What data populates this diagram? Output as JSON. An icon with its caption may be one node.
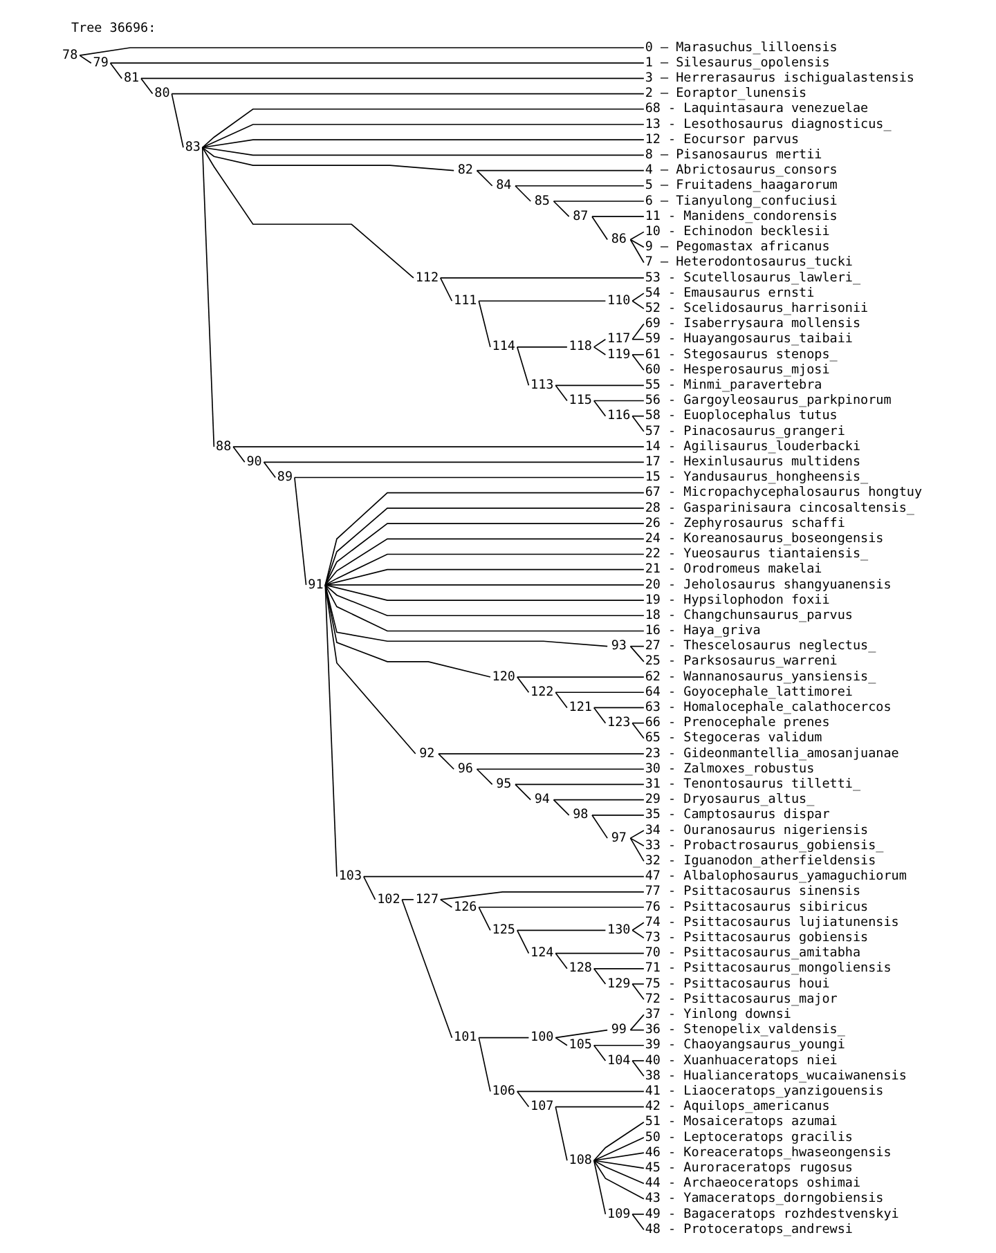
{
  "diagram": {
    "title": "Tree 36696:",
    "nodes": [
      {
        "text": [
          "0 — Marasuchus_lilloensis"
        ]
      },
      {
        "text": [
          "1 — Silesaurus_opolensis"
        ]
      },
      {
        "text": [
          "78"
        ]
      },
      {
        "text": [
          "3 — Herrerasaurus ischigualastensis"
        ]
      },
      {
        "text": [
          "2 — Eoraptor_lunensis"
        ]
      },
      {
        "text": [
          "79"
        ]
      },
      {
        "text": [
          "68 - Laquintasaura venezuelae"
        ]
      },
      {
        "text": [
          "13 - Lesothosaurus diagnosticus_"
        ]
      },
      {
        "text": [
          "81"
        ]
      },
      {
        "text": [
          "12 - Eocursor parvus"
        ]
      },
      {
        "text": [
          "8 — Pisanosaurus mertii"
        ]
      },
      {
        "text": [
          "4 — Abrictosaurus_consors"
        ]
      },
      {
        "text": [
          "82"
        ]
      },
      {
        "text": [
          "5 — Fruitadens_haagarorum"
        ]
      },
      {
        "text": [
          "80"
        ]
      },
      {
        "text": [
          "84"
        ]
      },
      {
        "text": [
          "6 — Tianyulong_confuciusi"
        ]
      },
      {
        "text": [
          "85"
        ]
      },
      {
        "text": [
          "11 - Manidens_condorensis"
        ]
      },
      {
        "text": [
          "87"
        ]
      },
      {
        "text": [
          "10 - Echinodon becklesii"
        ]
      },
      {
        "text": [
          "86"
        ]
      },
      {
        "text": [
          "9 — Pegomastax africanus"
        ]
      },
      {
        "text": [
          "7 — Heterodontosaurus_tucki"
        ]
      },
      {
        "text": [
          "53 - Scutellosaurus_lawleri_"
        ]
      },
      {
        "text": [
          "54 - Emausaurus ernsti"
        ]
      },
      {
        "text": [
          "83"
        ]
      },
      {
        "text": [
          "110"
        ]
      },
      {
        "text": [
          "112"
        ]
      },
      {
        "text": [
          "52 - Scelidosaurus_harrisonii"
        ]
      },
      {
        "text": [
          "69 - Isaberrysaura mollensis"
        ]
      },
      {
        "text": [
          "117"
        ]
      },
      {
        "text": [
          "111"
        ]
      },
      {
        "text": [
          "59 - Huayangosaurus_taibaii"
        ]
      },
      {
        "text": [
          "118"
        ]
      },
      {
        "text": [
          "61 - Stegosaurus stenops_"
        ]
      },
      {
        "text": [
          "119"
        ]
      },
      {
        "text": [
          "60 - Hesperosaurus_mjosi"
        ]
      },
      {
        "text": [
          "114"
        ]
      },
      {
        "text": [
          "55 - Minmi_paravertebra"
        ]
      },
      {
        "text": [
          "113"
        ]
      },
      {
        "text": [
          "56 - Gargoyleosaurus_parkpinorum"
        ]
      },
      {
        "text": [
          "115"
        ]
      },
      {
        "text": [
          "58 - Euoplocephalus tutus"
        ]
      },
      {
        "text": [
          "116"
        ]
      },
      {
        "text": [
          "57 - Pinacosaurus_grangeri"
        ]
      },
      {
        "text": [
          "14 - Agilisaurus_louderbacki"
        ]
      },
      {
        "text": [
          "17 - Hexinlusaurus multidens"
        ]
      },
      {
        "text": [
          "15 - Yandusaurus_hongheensis_"
        ]
      },
      {
        "text": [
          "88"
        ]
      },
      {
        "text": [
          "67 - Micropachycephalosaurus hongtuy"
        ]
      },
      {
        "text": [
          "28 - Gasparinisaura cincosaltensis_"
        ]
      },
      {
        "text": [
          "26 - Zephyrosaurus schaffi"
        ]
      },
      {
        "text": [
          "90"
        ]
      },
      {
        "text": [
          "24 - Koreanosaurus_boseongensis"
        ]
      },
      {
        "text": [
          "22 - Yueosaurus tiantaiensis_"
        ]
      },
      {
        "text": [
          "21 - Orodromeus makelai"
        ]
      },
      {
        "text": [
          "20 - Jeholosaurus shangyuanensis"
        ]
      },
      {
        "text": [
          "89"
        ]
      },
      {
        "text": [
          "19 - Hypsilophodon foxii"
        ]
      },
      {
        "text": [
          "18 - Changchunsaurus_parvus"
        ]
      },
      {
        "text": [
          "16 - Haya_griva"
        ]
      },
      {
        "text": [
          "27 - Thescelosaurus neglectus_"
        ]
      },
      {
        "text": [
          "93"
        ]
      },
      {
        "text": [
          "25 - Parksosaurus_warreni"
        ]
      },
      {
        "text": [
          "62 - Wannanosaurus_yansiensis_"
        ]
      },
      {
        "text": [
          "120"
        ]
      },
      {
        "text": [
          "64 - Goyocephale_lattimorei"
        ]
      },
      {
        "text": [
          "122"
        ]
      },
      {
        "text": [
          "63 - Homalocephale_calathocercos"
        ]
      },
      {
        "text": [
          "91"
        ]
      },
      {
        "text": [
          "121"
        ]
      },
      {
        "text": [
          "66 - Prenocephale prenes"
        ]
      },
      {
        "text": [
          "123"
        ]
      },
      {
        "text": [
          "65 - Stegoceras validum"
        ]
      },
      {
        "text": [
          "23 - Gideonmantellia_amosanjuanae"
        ]
      },
      {
        "text": [
          "92"
        ]
      },
      {
        "text": [
          "30 - Zalmoxes_robustus"
        ]
      },
      {
        "text": [
          "96"
        ]
      },
      {
        "text": [
          "31 - Tenontosaurus tilletti_"
        ]
      },
      {
        "text": [
          "95"
        ]
      },
      {
        "text": [
          "29 - Dryosaurus_altus_"
        ]
      },
      {
        "text": [
          "94"
        ]
      },
      {
        "text": [
          "35 - Camptosaurus dispar"
        ]
      },
      {
        "text": [
          "98"
        ]
      },
      {
        "text": [
          "34 - Ouranosaurus nigeriensis"
        ]
      },
      {
        "text": [
          "97"
        ]
      },
      {
        "text": [
          "33 - Probactrosaurus_gobiensis_"
        ]
      },
      {
        "text": [
          "32 - Iguanodon_atherfieldensis"
        ]
      },
      {
        "text": [
          "47 - Albalophosaurus_yamaguchiorum"
        ]
      },
      {
        "text": [
          "77 - Psittacosaurus sinensis"
        ]
      },
      {
        "text": [
          "76 - Psittacosaurus sibiricus"
        ]
      },
      {
        "text": [
          "127"
        ]
      },
      {
        "text": [
          "74 - Psittacosaurus lujiatunensis"
        ]
      },
      {
        "text": [
          "126"
        ]
      },
      {
        "text": [
          "130"
        ]
      },
      {
        "text": [
          "103"
        ]
      },
      {
        "text": [
          "73 - Psittacosaurus gobiensis"
        ]
      },
      {
        "text": [
          "125"
        ]
      },
      {
        "text": [
          "70 - Psittacosaurus_amitabha"
        ]
      },
      {
        "text": [
          "124"
        ]
      },
      {
        "text": [
          "71 - Psittacosaurus_mongoliensis"
        ]
      },
      {
        "text": [
          "128"
        ]
      },
      {
        "text": [
          "75 - Psittacosaurus houi"
        ]
      },
      {
        "text": [
          "129"
        ]
      },
      {
        "text": [
          "102"
        ]
      },
      {
        "text": [
          "72 - Psittacosaurus_major"
        ]
      },
      {
        "text": [
          "37 - Yinlong downsi"
        ]
      },
      {
        "text": [
          "99"
        ]
      },
      {
        "text": [
          "36 - Stenopelix_valdensis_"
        ]
      },
      {
        "text": [
          "100"
        ]
      },
      {
        "text": [
          "39 - Chaoyangsaurus_youngi"
        ]
      },
      {
        "text": [
          "105"
        ]
      },
      {
        "text": [
          "40 - Xuanhuaceratops niei"
        ]
      },
      {
        "text": [
          "104"
        ]
      },
      {
        "text": [
          "38 - Hualianceratops_wucaiwanensis"
        ]
      },
      {
        "text": [
          "101"
        ]
      },
      {
        "text": [
          "41 - Liaoceratops_yanzigouensis"
        ]
      },
      {
        "text": [
          "42 - Aquilops_americanus"
        ]
      },
      {
        "text": [
          "106"
        ]
      },
      {
        "text": [
          "51 - Mosaiceratops azumai"
        ]
      },
      {
        "text": [
          "50 - Leptoceratops gracilis"
        ]
      },
      {
        "text": [
          "107"
        ]
      },
      {
        "text": [
          "46 - Koreaceratops_hwaseongensis"
        ]
      },
      {
        "text": [
          "45 - Auroraceratops rugosus"
        ]
      },
      {
        "text": [
          "108"
        ]
      },
      {
        "text": [
          "44 - Archaeoceratops oshimai"
        ]
      },
      {
        "text": [
          "43 - Yamaceratops_dorngobiensis"
        ]
      },
      {
        "text": [
          "49 - Bagaceratops rozhdestvenskyi"
        ]
      },
      {
        "text": [
          "109"
        ]
      },
      {
        "text": [
          "48 - Protoceratops_andrewsi"
        ]
      }
    ],
    "edges": [
      {
        "from": 2,
        "to": 0,
        "arrow": "none"
      },
      {
        "from": 2,
        "to": 5,
        "arrow": "none"
      },
      {
        "from": 5,
        "to": 1,
        "arrow": "none"
      },
      {
        "from": 5,
        "to": 8,
        "arrow": "none"
      },
      {
        "from": 8,
        "to": 3,
        "arrow": "none"
      },
      {
        "from": 8,
        "to": 14,
        "arrow": "none"
      },
      {
        "from": 14,
        "to": 4,
        "arrow": "none"
      },
      {
        "from": 14,
        "to": 26,
        "arrow": "none"
      },
      {
        "from": 26,
        "to": 6,
        "arrow": "none"
      },
      {
        "from": 26,
        "to": 7,
        "arrow": "none"
      },
      {
        "from": 26,
        "to": 9,
        "arrow": "none"
      },
      {
        "from": 26,
        "to": 10,
        "arrow": "none"
      },
      {
        "from": 26,
        "to": 12,
        "arrow": "none"
      },
      {
        "from": 26,
        "to": 28,
        "arrow": "none"
      },
      {
        "from": 26,
        "to": 49,
        "arrow": "none"
      },
      {
        "from": 12,
        "to": 11,
        "arrow": "none"
      },
      {
        "from": 12,
        "to": 15,
        "arrow": "none"
      },
      {
        "from": 15,
        "to": 13,
        "arrow": "none"
      },
      {
        "from": 15,
        "to": 17,
        "arrow": "none"
      },
      {
        "from": 17,
        "to": 16,
        "arrow": "none"
      },
      {
        "from": 17,
        "to": 19,
        "arrow": "none"
      },
      {
        "from": 19,
        "to": 18,
        "arrow": "none"
      },
      {
        "from": 19,
        "to": 21,
        "arrow": "none"
      },
      {
        "from": 21,
        "to": 20,
        "arrow": "none"
      },
      {
        "from": 21,
        "to": 22,
        "arrow": "none"
      },
      {
        "from": 21,
        "to": 23,
        "arrow": "none"
      },
      {
        "from": 28,
        "to": 24,
        "arrow": "none"
      },
      {
        "from": 28,
        "to": 32,
        "arrow": "none"
      },
      {
        "from": 32,
        "to": 27,
        "arrow": "none"
      },
      {
        "from": 32,
        "to": 38,
        "arrow": "none"
      },
      {
        "from": 27,
        "to": 25,
        "arrow": "none"
      },
      {
        "from": 27,
        "to": 29,
        "arrow": "none"
      },
      {
        "from": 38,
        "to": 34,
        "arrow": "none"
      },
      {
        "from": 38,
        "to": 40,
        "arrow": "none"
      },
      {
        "from": 34,
        "to": 31,
        "arrow": "none"
      },
      {
        "from": 34,
        "to": 36,
        "arrow": "none"
      },
      {
        "from": 31,
        "to": 30,
        "arrow": "none"
      },
      {
        "from": 31,
        "to": 33,
        "arrow": "none"
      },
      {
        "from": 36,
        "to": 35,
        "arrow": "none"
      },
      {
        "from": 36,
        "to": 37,
        "arrow": "none"
      },
      {
        "from": 40,
        "to": 39,
        "arrow": "none"
      },
      {
        "from": 40,
        "to": 42,
        "arrow": "none"
      },
      {
        "from": 42,
        "to": 41,
        "arrow": "none"
      },
      {
        "from": 42,
        "to": 44,
        "arrow": "none"
      },
      {
        "from": 44,
        "to": 43,
        "arrow": "none"
      },
      {
        "from": 44,
        "to": 45,
        "arrow": "none"
      },
      {
        "from": 49,
        "to": 46,
        "arrow": "none"
      },
      {
        "from": 49,
        "to": 53,
        "arrow": "none"
      },
      {
        "from": 53,
        "to": 47,
        "arrow": "none"
      },
      {
        "from": 53,
        "to": 58,
        "arrow": "none"
      },
      {
        "from": 58,
        "to": 48,
        "arrow": "none"
      },
      {
        "from": 58,
        "to": 70,
        "arrow": "none"
      },
      {
        "from": 70,
        "to": 50,
        "arrow": "none"
      },
      {
        "from": 70,
        "to": 51,
        "arrow": "none"
      },
      {
        "from": 70,
        "to": 52,
        "arrow": "none"
      },
      {
        "from": 70,
        "to": 54,
        "arrow": "none"
      },
      {
        "from": 70,
        "to": 55,
        "arrow": "none"
      },
      {
        "from": 70,
        "to": 56,
        "arrow": "none"
      },
      {
        "from": 70,
        "to": 57,
        "arrow": "none"
      },
      {
        "from": 70,
        "to": 59,
        "arrow": "none"
      },
      {
        "from": 70,
        "to": 60,
        "arrow": "none"
      },
      {
        "from": 70,
        "to": 61,
        "arrow": "none"
      },
      {
        "from": 70,
        "to": 63,
        "arrow": "none"
      },
      {
        "from": 70,
        "to": 66,
        "arrow": "none"
      },
      {
        "from": 70,
        "to": 76,
        "arrow": "none"
      },
      {
        "from": 70,
        "to": 96,
        "arrow": "none"
      },
      {
        "from": 63,
        "to": 62,
        "arrow": "none"
      },
      {
        "from": 63,
        "to": 64,
        "arrow": "none"
      },
      {
        "from": 66,
        "to": 65,
        "arrow": "none"
      },
      {
        "from": 66,
        "to": 68,
        "arrow": "none"
      },
      {
        "from": 68,
        "to": 67,
        "arrow": "none"
      },
      {
        "from": 68,
        "to": 71,
        "arrow": "none"
      },
      {
        "from": 71,
        "to": 69,
        "arrow": "none"
      },
      {
        "from": 71,
        "to": 73,
        "arrow": "none"
      },
      {
        "from": 73,
        "to": 72,
        "arrow": "none"
      },
      {
        "from": 73,
        "to": 74,
        "arrow": "none"
      },
      {
        "from": 76,
        "to": 75,
        "arrow": "none"
      },
      {
        "from": 76,
        "to": 78,
        "arrow": "none"
      },
      {
        "from": 78,
        "to": 77,
        "arrow": "none"
      },
      {
        "from": 78,
        "to": 80,
        "arrow": "none"
      },
      {
        "from": 80,
        "to": 79,
        "arrow": "none"
      },
      {
        "from": 80,
        "to": 82,
        "arrow": "none"
      },
      {
        "from": 82,
        "to": 81,
        "arrow": "none"
      },
      {
        "from": 82,
        "to": 84,
        "arrow": "none"
      },
      {
        "from": 84,
        "to": 83,
        "arrow": "none"
      },
      {
        "from": 84,
        "to": 86,
        "arrow": "none"
      },
      {
        "from": 86,
        "to": 85,
        "arrow": "none"
      },
      {
        "from": 86,
        "to": 87,
        "arrow": "none"
      },
      {
        "from": 86,
        "to": 88,
        "arrow": "none"
      },
      {
        "from": 96,
        "to": 89,
        "arrow": "none"
      },
      {
        "from": 96,
        "to": 105,
        "arrow": "none"
      },
      {
        "from": 105,
        "to": 92,
        "arrow": "none"
      },
      {
        "from": 105,
        "to": 116,
        "arrow": "none"
      },
      {
        "from": 92,
        "to": 90,
        "arrow": "none"
      },
      {
        "from": 92,
        "to": 94,
        "arrow": "none"
      },
      {
        "from": 94,
        "to": 91,
        "arrow": "none"
      },
      {
        "from": 94,
        "to": 98,
        "arrow": "none"
      },
      {
        "from": 98,
        "to": 95,
        "arrow": "none"
      },
      {
        "from": 98,
        "to": 100,
        "arrow": "none"
      },
      {
        "from": 95,
        "to": 93,
        "arrow": "none"
      },
      {
        "from": 95,
        "to": 97,
        "arrow": "none"
      },
      {
        "from": 100,
        "to": 99,
        "arrow": "none"
      },
      {
        "from": 100,
        "to": 102,
        "arrow": "none"
      },
      {
        "from": 102,
        "to": 101,
        "arrow": "none"
      },
      {
        "from": 102,
        "to": 104,
        "arrow": "none"
      },
      {
        "from": 104,
        "to": 103,
        "arrow": "none"
      },
      {
        "from": 104,
        "to": 106,
        "arrow": "none"
      },
      {
        "from": 116,
        "to": 110,
        "arrow": "none"
      },
      {
        "from": 116,
        "to": 119,
        "arrow": "none"
      },
      {
        "from": 110,
        "to": 108,
        "arrow": "none"
      },
      {
        "from": 110,
        "to": 112,
        "arrow": "none"
      },
      {
        "from": 108,
        "to": 107,
        "arrow": "none"
      },
      {
        "from": 108,
        "to": 109,
        "arrow": "none"
      },
      {
        "from": 112,
        "to": 111,
        "arrow": "none"
      },
      {
        "from": 112,
        "to": 114,
        "arrow": "none"
      },
      {
        "from": 114,
        "to": 113,
        "arrow": "none"
      },
      {
        "from": 114,
        "to": 115,
        "arrow": "none"
      },
      {
        "from": 119,
        "to": 117,
        "arrow": "none"
      },
      {
        "from": 119,
        "to": 122,
        "arrow": "none"
      },
      {
        "from": 122,
        "to": 118,
        "arrow": "none"
      },
      {
        "from": 122,
        "to": 125,
        "arrow": "none"
      },
      {
        "from": 125,
        "to": 120,
        "arrow": "none"
      },
      {
        "from": 125,
        "to": 121,
        "arrow": "none"
      },
      {
        "from": 125,
        "to": 123,
        "arrow": "none"
      },
      {
        "from": 125,
        "to": 124,
        "arrow": "none"
      },
      {
        "from": 125,
        "to": 126,
        "arrow": "none"
      },
      {
        "from": 125,
        "to": 127,
        "arrow": "none"
      },
      {
        "from": 125,
        "to": 129,
        "arrow": "none"
      },
      {
        "from": 129,
        "to": 128,
        "arrow": "none"
      },
      {
        "from": 129,
        "to": 130,
        "arrow": "none"
      }
    ]
  }
}
